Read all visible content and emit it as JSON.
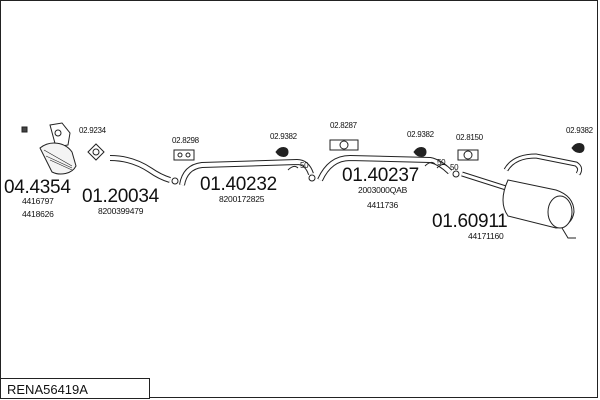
{
  "reference": "RENA56419A",
  "parts": [
    {
      "number": "04.4354",
      "refs": [
        "4416797",
        "4418626"
      ]
    },
    {
      "number": "01.20034",
      "refs": [
        "8200399479"
      ]
    },
    {
      "number": "01.40232",
      "refs": [
        "8200172825"
      ]
    },
    {
      "number": "01.40237",
      "refs": [
        "2003000QAB",
        "4411736"
      ]
    },
    {
      "number": "01.60911",
      "refs": [
        "44171160"
      ]
    }
  ],
  "fittings": [
    "02.9234",
    "02.8298",
    "02.9382",
    "02.8287",
    "02.9382",
    "02.8150",
    "02.9382"
  ],
  "clamp_labels": [
    "50",
    "50",
    "50"
  ]
}
